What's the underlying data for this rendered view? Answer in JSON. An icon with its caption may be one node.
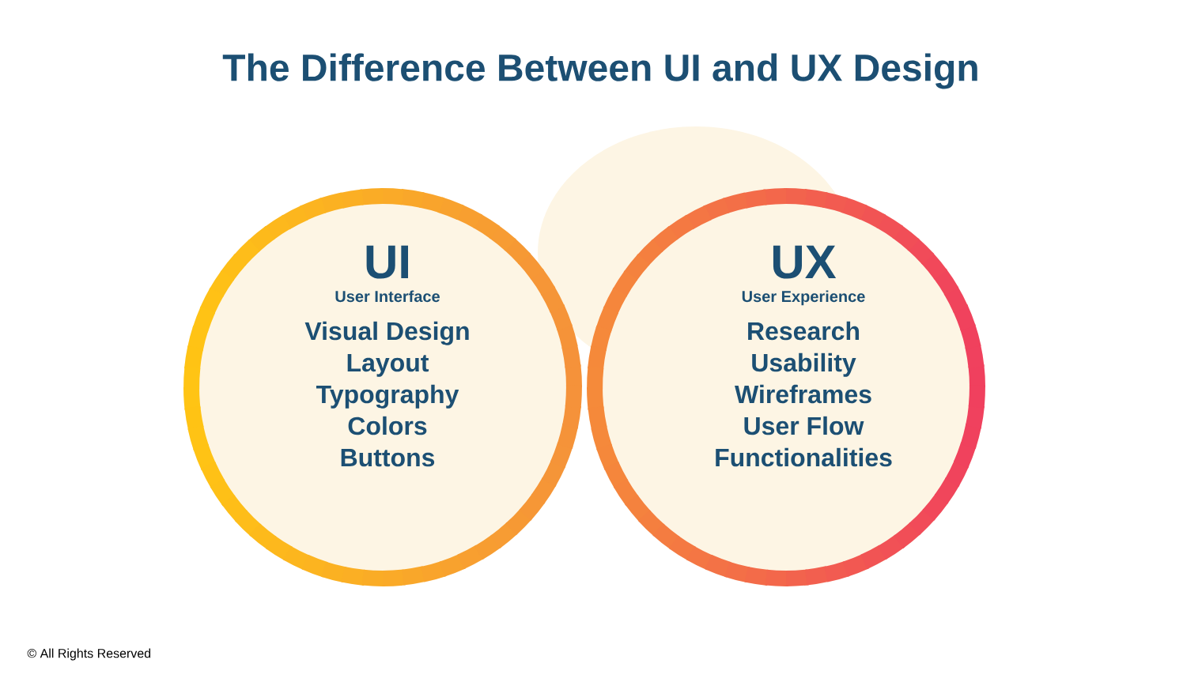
{
  "diagram": {
    "title": "The Difference Between UI and UX Design",
    "nodes": [
      {
        "text": [
          "UI",
          "User Interface",
          "Visual Design",
          "Layout",
          "Typography",
          "Colors",
          "Buttons"
        ]
      },
      {
        "text": [
          "UX",
          "User Experience",
          "Research",
          "Usability",
          "Wireframes",
          "User Flow",
          "Functionalities"
        ]
      }
    ],
    "labels": [
      "© All Rights Reserved"
    ]
  }
}
